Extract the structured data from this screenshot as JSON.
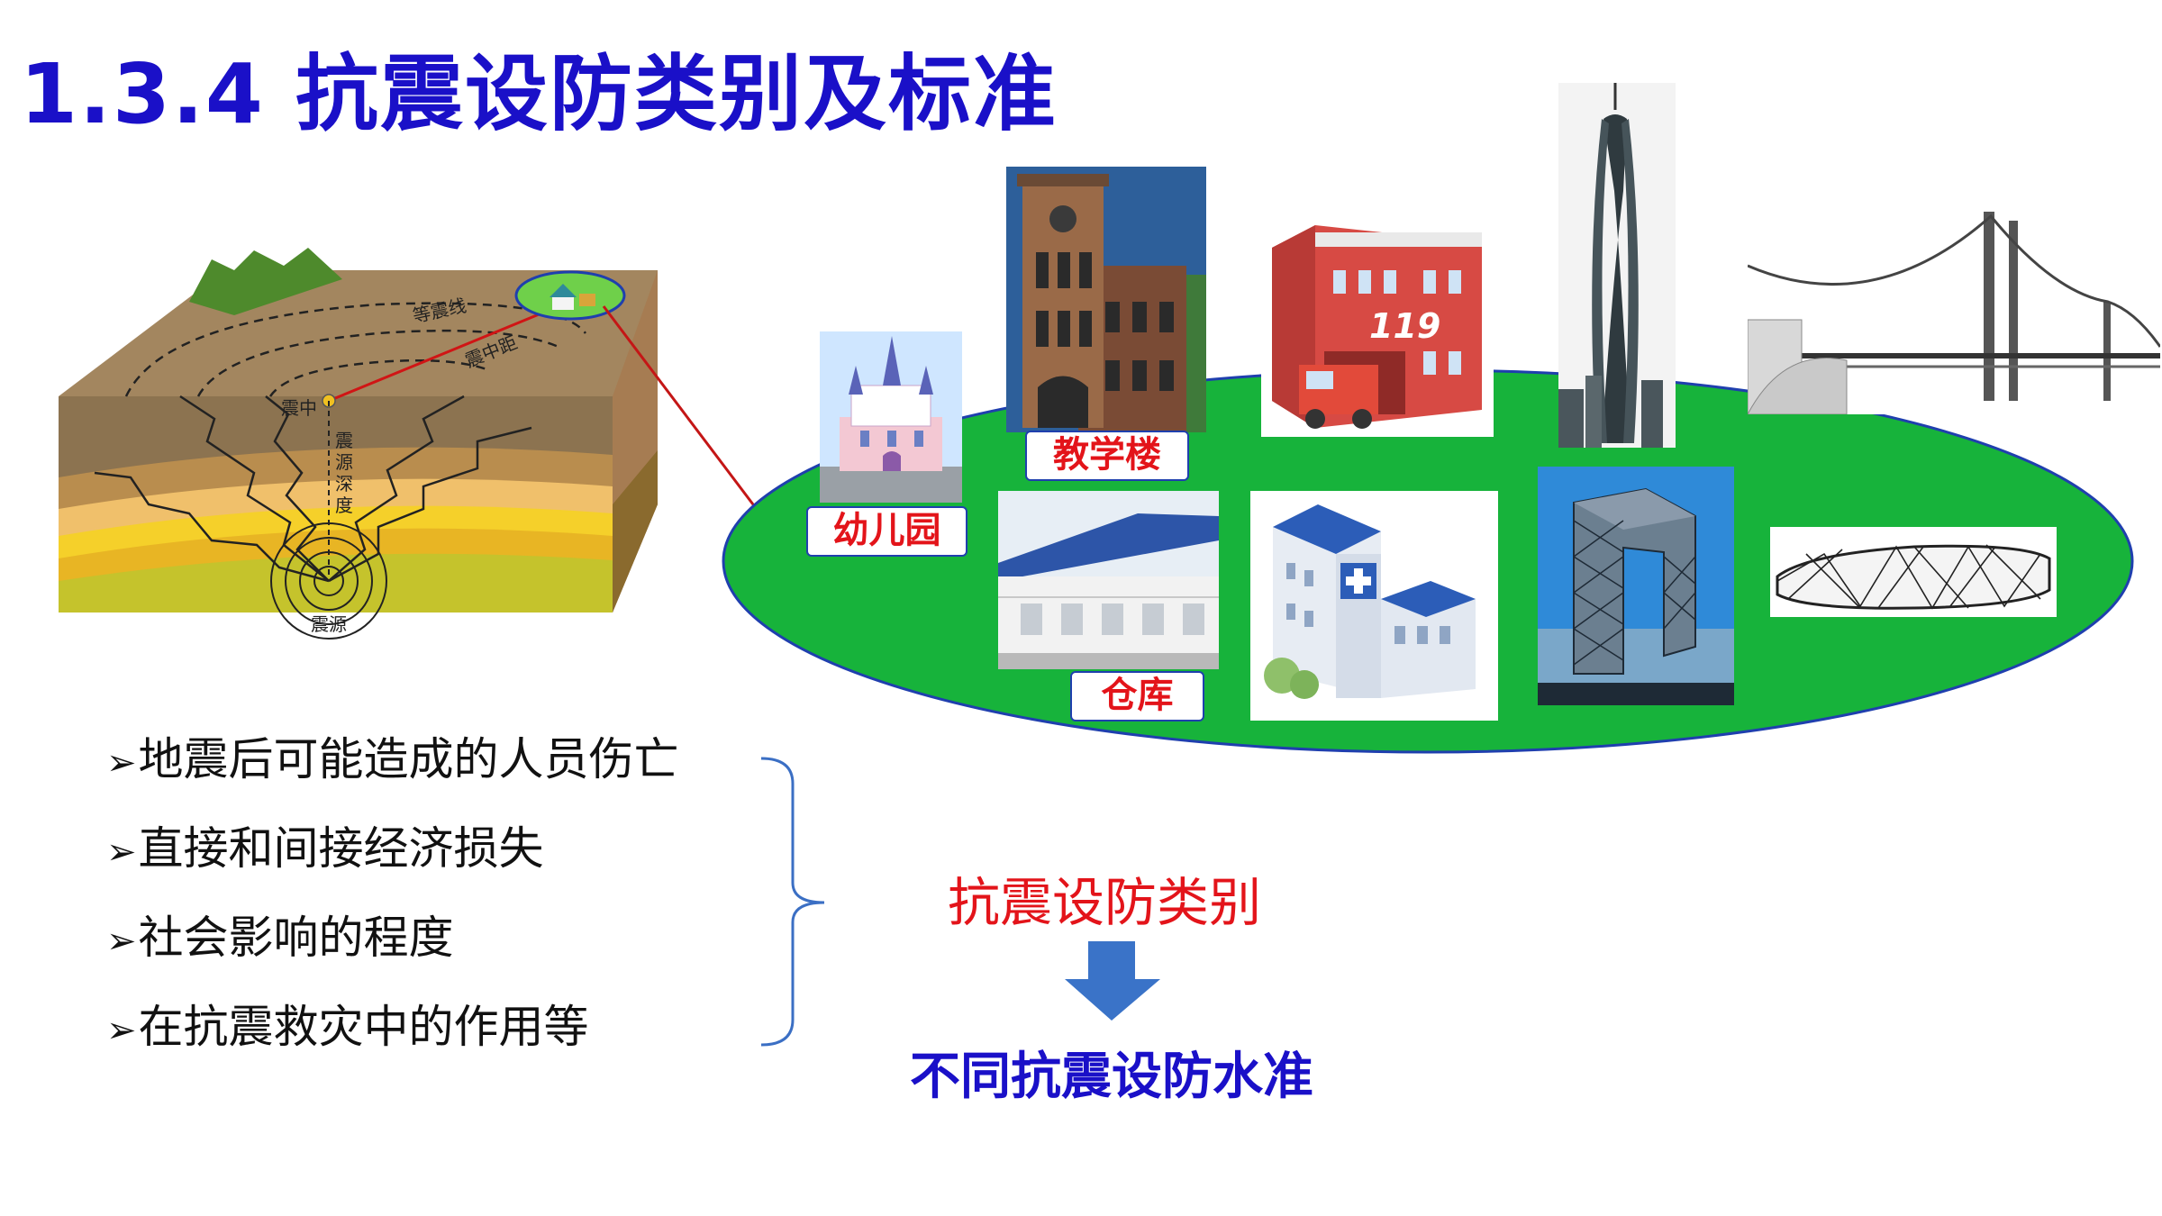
{
  "slide": {
    "title": "1.3.4 抗震设防类别及标准"
  },
  "diagram": {
    "labels": {
      "isoseismal": "等震线",
      "epicentral_distance": "震中距",
      "epicenter": "震中",
      "focal_depth": "震源深度",
      "hypocenter": "震源"
    }
  },
  "buildings": {
    "kindergarten": "幼儿园",
    "teaching_building": "教学楼",
    "warehouse": "仓库",
    "fire_station_sign": "119"
  },
  "factors": [
    "地震后可能造成的人员伤亡",
    "直接和间接经济损失",
    "社会影响的程度",
    "在抗震救灾中的作用等"
  ],
  "bullet_marker": "➢",
  "result": {
    "category": "抗震设防类别",
    "level": "不同抗震设防水准"
  },
  "colors": {
    "title": "#1a10c8",
    "caption_text": "#e3141a",
    "ellipse_fill": "#17b33b",
    "arrow": "#3a73c8",
    "brace": "#3b6fc4"
  }
}
